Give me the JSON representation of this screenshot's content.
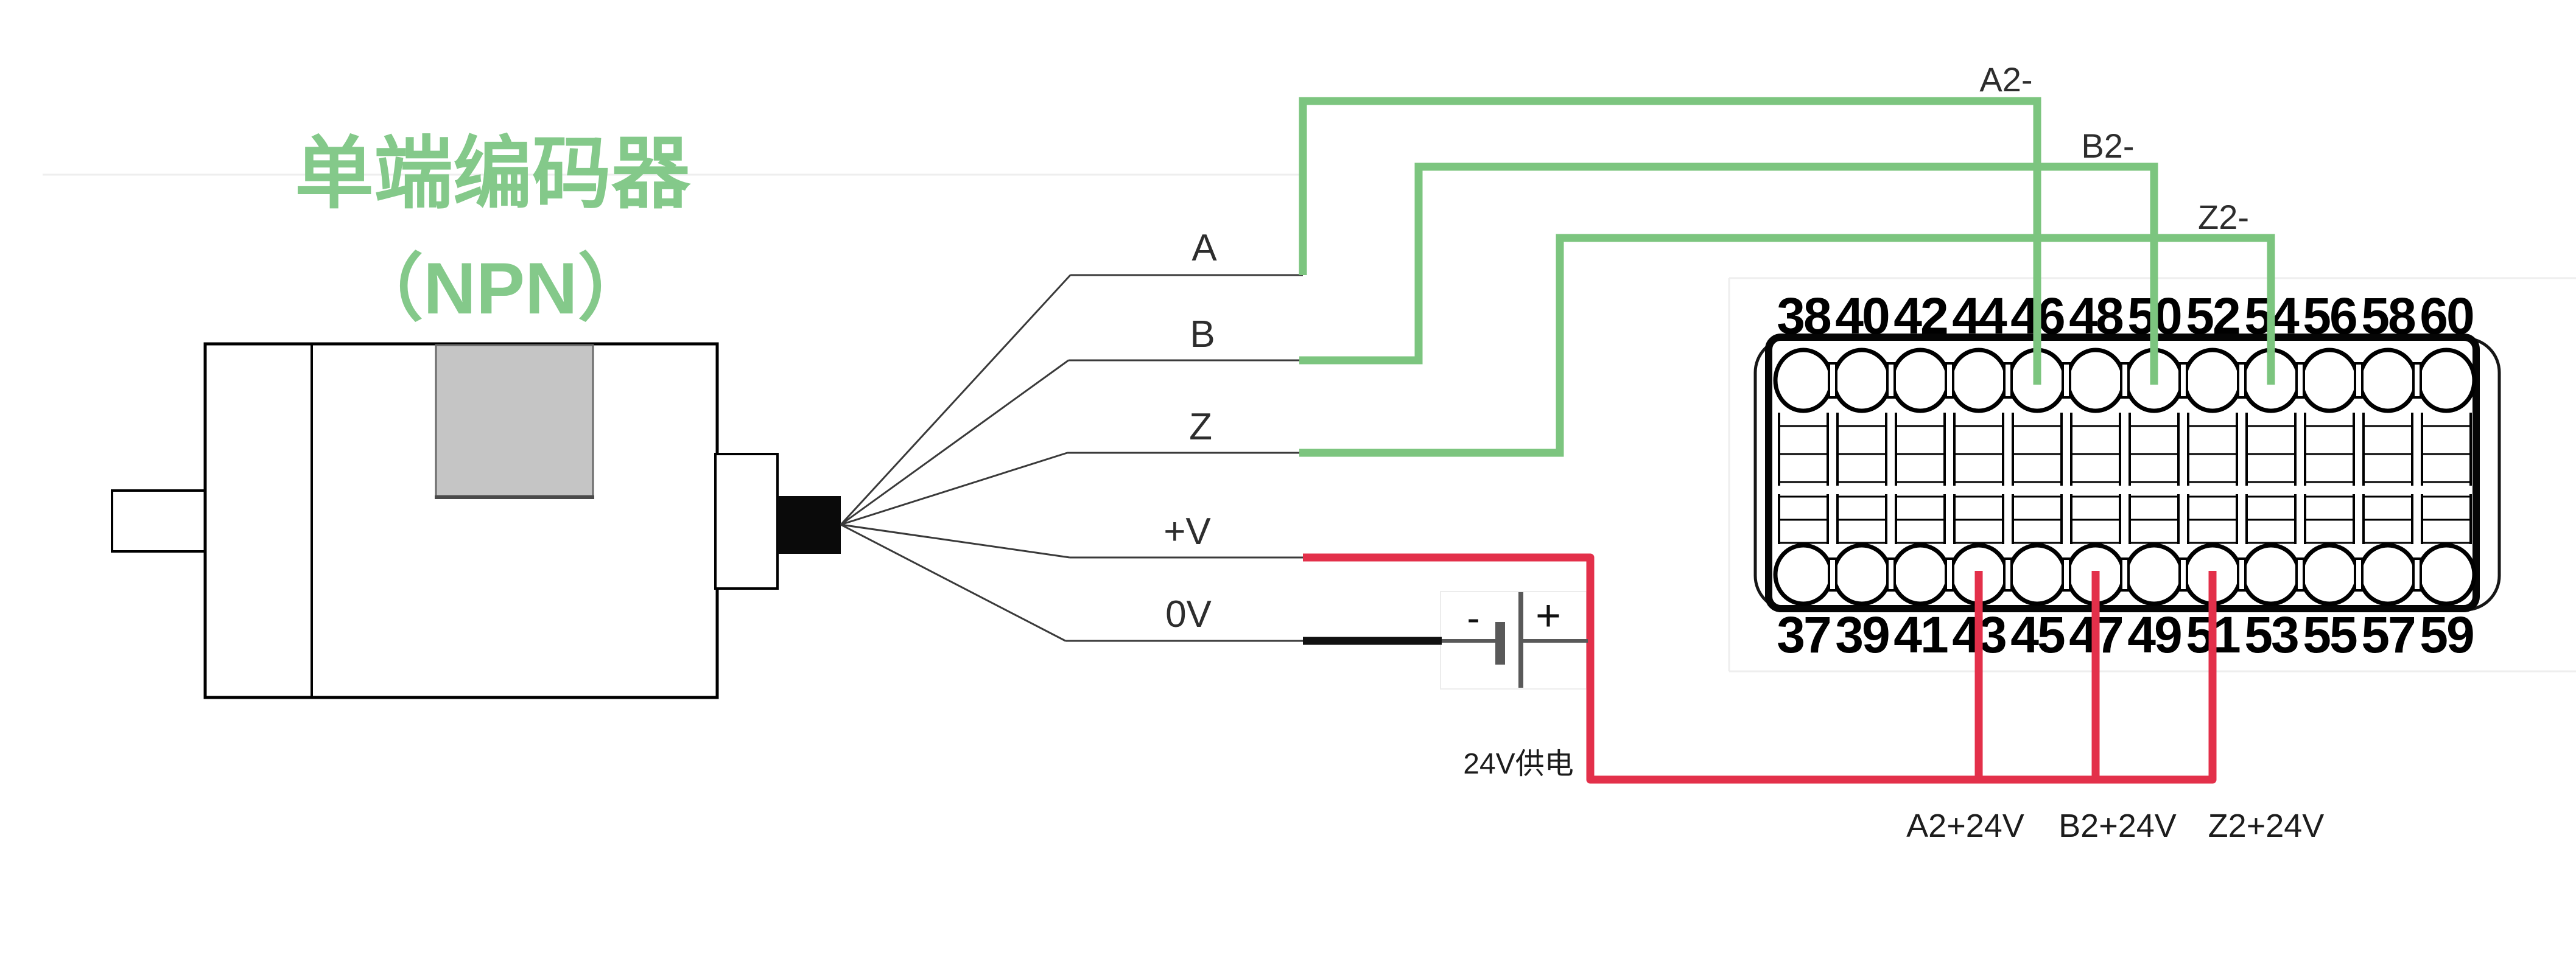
{
  "title": {
    "line1": "单端编码器",
    "line2": "（NPN）"
  },
  "colors": {
    "title_green": "#84c98a",
    "wire_green": "#7cc57f",
    "wire_red": "#e3304a",
    "battery_gray": "#595959"
  },
  "encoder": {
    "wire_labels": [
      "A",
      "B",
      "Z",
      "+V",
      "0V"
    ]
  },
  "plc_inputs": {
    "a2_minus": "A2-",
    "b2_minus": "B2-",
    "z2_minus": "Z2-"
  },
  "power": {
    "supply_label": "24V供电",
    "battery_minus": "-",
    "battery_plus": "+",
    "plus_labels": [
      "A2+24V",
      "B2+24V",
      "Z2+24V"
    ]
  },
  "terminal_block": {
    "top_numbers": [
      "38",
      "40",
      "42",
      "44",
      "46",
      "48",
      "50",
      "52",
      "54",
      "56",
      "58",
      "60"
    ],
    "bottom_numbers": [
      "37",
      "39",
      "41",
      "43",
      "45",
      "47",
      "49",
      "51",
      "53",
      "55",
      "57",
      "59"
    ]
  }
}
